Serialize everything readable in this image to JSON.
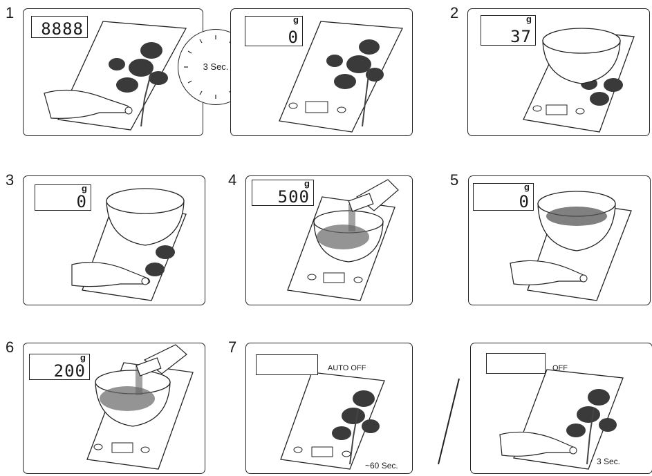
{
  "steps": [
    {
      "number": "1",
      "display": {
        "unit": "",
        "value": "8888"
      }
    },
    {
      "number": "",
      "display": {
        "unit": "g",
        "value": "0"
      }
    },
    {
      "number": "2",
      "display": {
        "unit": "g",
        "value": "37"
      }
    },
    {
      "number": "3",
      "display": {
        "unit": "g",
        "value": "0"
      }
    },
    {
      "number": "4",
      "display": {
        "unit": "g",
        "value": "500"
      }
    },
    {
      "number": "5",
      "display": {
        "unit": "g",
        "value": "0"
      }
    },
    {
      "number": "6",
      "display": {
        "unit": "g",
        "value": "200"
      }
    },
    {
      "number": "7",
      "display": {
        "unit": "",
        "value": ""
      },
      "caption": "AUTO OFF",
      "note": "~60 Sec."
    },
    {
      "number": "",
      "display": {
        "unit": "",
        "value": ""
      },
      "caption": "OFF",
      "note": "3 Sec."
    }
  ],
  "timer": {
    "label": "3 Sec."
  }
}
